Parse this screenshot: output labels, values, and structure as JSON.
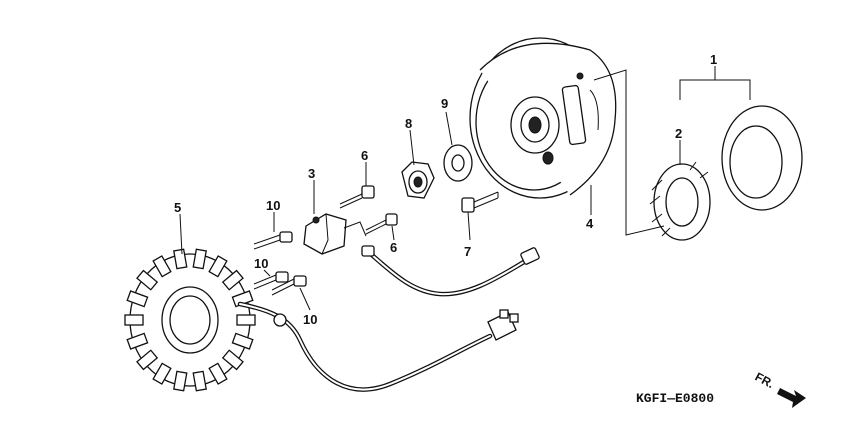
{
  "diagram": {
    "code": "KGFI—E0800",
    "direction_label": "FR.",
    "callouts": [
      "1",
      "2",
      "3",
      "4",
      "5",
      "6",
      "6",
      "7",
      "8",
      "9",
      "10",
      "10",
      "10"
    ]
  }
}
